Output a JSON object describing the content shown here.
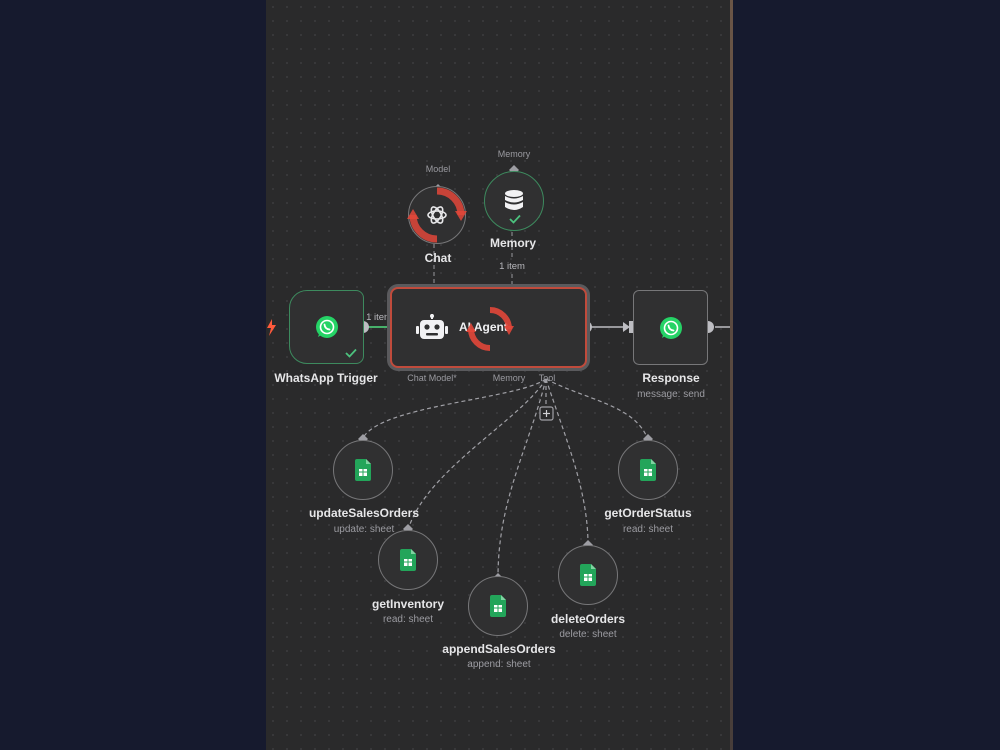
{
  "colors": {
    "canvas_bg": "#2a2a2b",
    "node_bg": "#303031",
    "node_border": "#777779",
    "success_border": "#3d8a5e",
    "success_check": "#4cc27e",
    "agent_outline": "#c04b3c",
    "reload_overlay": "#e2473a",
    "sheets_green": "#23a55a",
    "whatsapp_green": "#25d366",
    "trigger_bolt": "#ff5a3c",
    "page_backdrop": "#161a2e"
  },
  "icons": {
    "trigger_bolt": "lightning-bolt-icon",
    "whatsapp": "whatsapp-icon",
    "openai": "openai-icon",
    "database": "database-icon",
    "robot": "robot-icon",
    "sheets": "google-sheets-icon",
    "check": "check-icon",
    "reload": "reload-icon",
    "plus": "plus-icon"
  },
  "nodes": {
    "trigger": {
      "label": "WhatsApp Trigger",
      "edge_label": "1 item"
    },
    "chat": {
      "label": "Chat",
      "port": "Model"
    },
    "memory": {
      "label": "Memory",
      "port": "Memory",
      "edge_label": "1 item"
    },
    "agent": {
      "title": "AI Agent",
      "ports": {
        "chat_model": "Chat Model*",
        "memory": "Memory",
        "tool": "Tool"
      }
    },
    "response": {
      "label": "Response",
      "sub": "message: send"
    },
    "tools": [
      {
        "label": "updateSalesOrders",
        "sub": "update: sheet"
      },
      {
        "label": "getInventory",
        "sub": "read: sheet"
      },
      {
        "label": "appendSalesOrders",
        "sub": "append: sheet"
      },
      {
        "label": "deleteOrders",
        "sub": "delete: sheet"
      },
      {
        "label": "getOrderStatus",
        "sub": "read: sheet"
      }
    ]
  }
}
